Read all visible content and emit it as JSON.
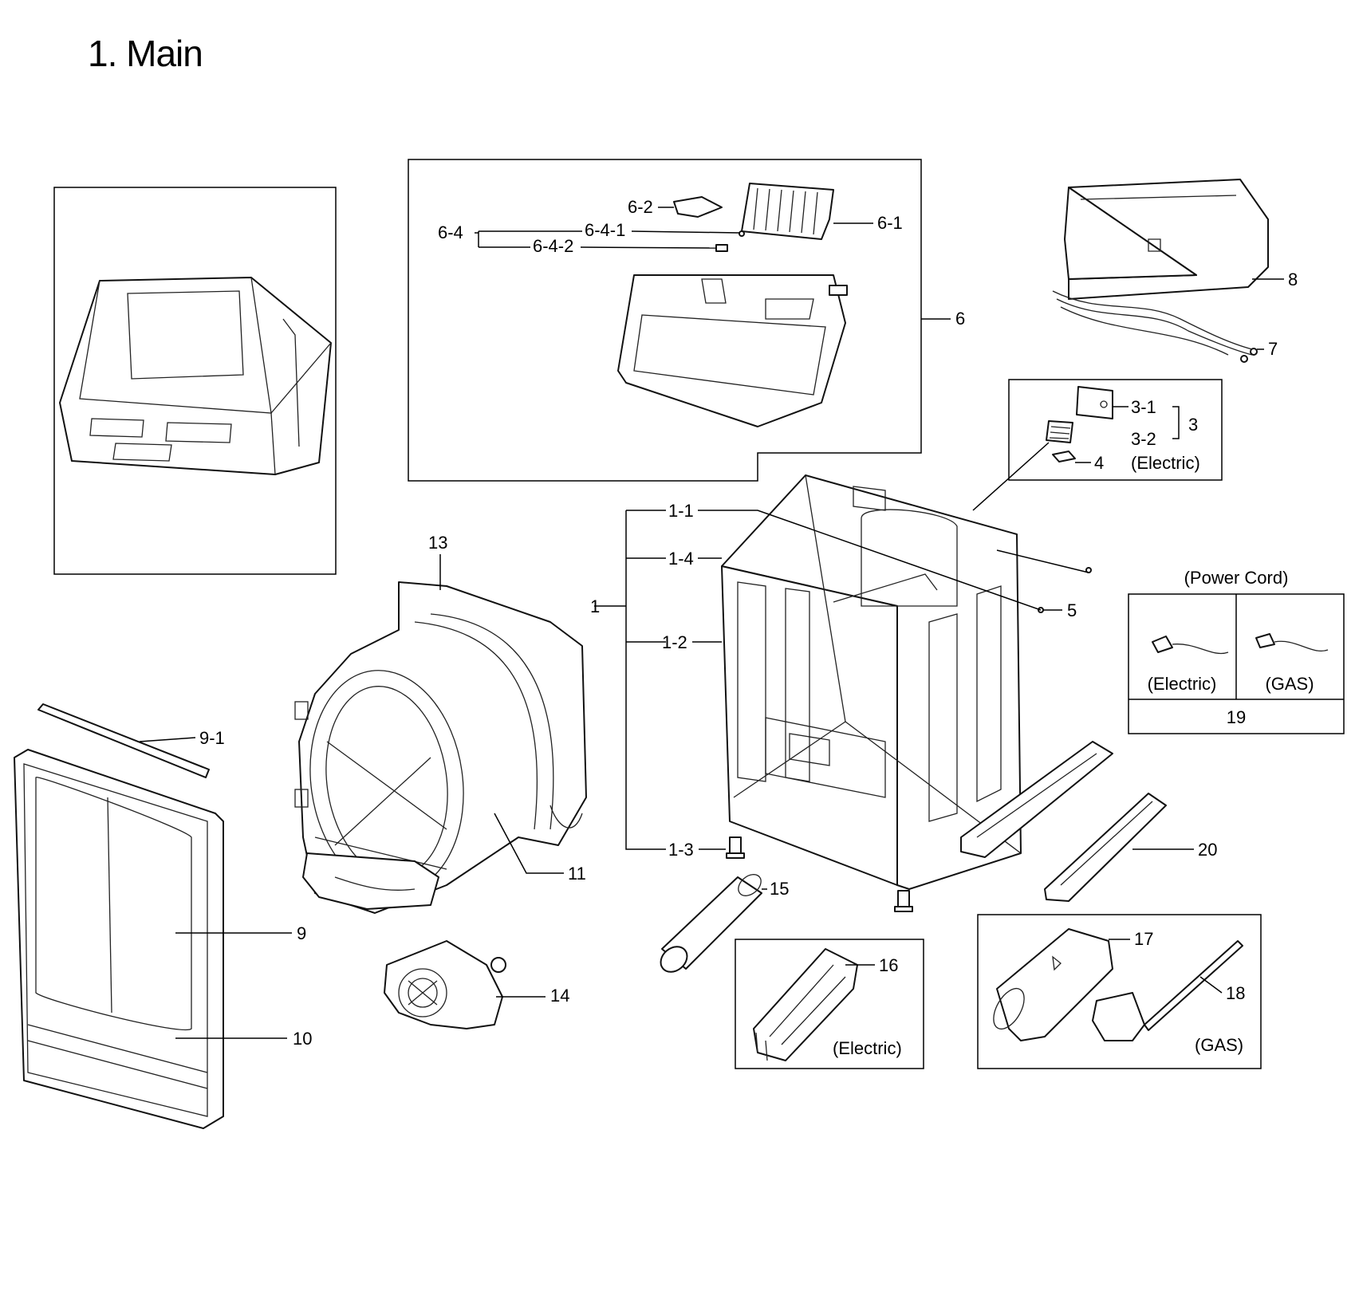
{
  "title": "1. Main",
  "callouts": {
    "c6_2": "6-2",
    "c6_1": "6-1",
    "c6_4": "6-4",
    "c6_4_1": "6-4-1",
    "c6_4_2": "6-4-2",
    "c6": "6",
    "c8": "8",
    "c7": "7",
    "c3_1": "3-1",
    "c3": "3",
    "c3_2": "3-2",
    "c4": "4",
    "electric_3": "(Electric)",
    "c1_1": "1-1",
    "c1_4": "1-4",
    "c1": "1",
    "c1_2": "1-2",
    "c1_3": "1-3",
    "c5": "5",
    "c13": "13",
    "c11": "11",
    "c9_1": "9-1",
    "c9": "9",
    "c10": "10",
    "c14": "14",
    "c15": "15",
    "c16": "16",
    "electric_16": "(Electric)",
    "c17": "17",
    "c18": "18",
    "gas_18": "(GAS)",
    "c20": "20"
  },
  "power_cord": {
    "heading": "(Power Cord)",
    "electric": "(Electric)",
    "gas": "(GAS)",
    "part_no": "19"
  }
}
